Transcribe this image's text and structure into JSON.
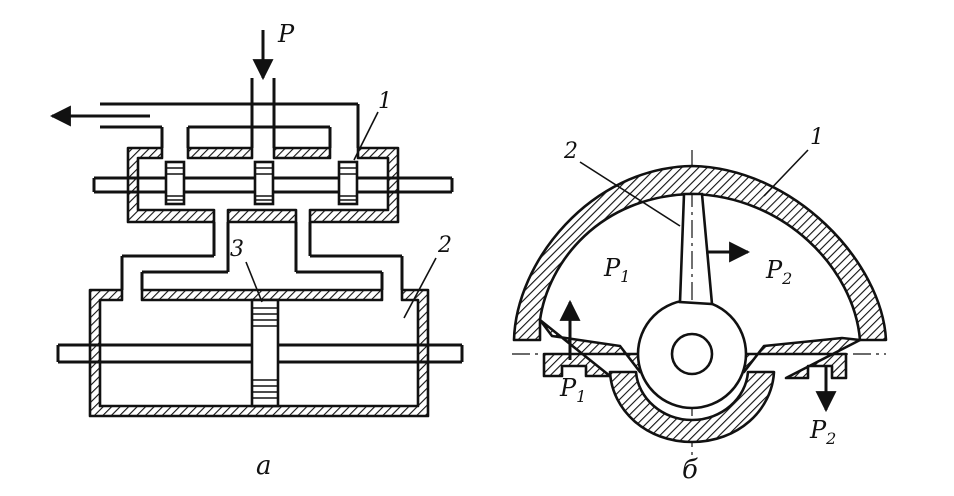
{
  "figure_a": {
    "caption": "а",
    "force_label": "P",
    "part_labels": [
      "1",
      "2",
      "3"
    ]
  },
  "figure_b": {
    "caption": "б",
    "part_labels": [
      "1",
      "2"
    ],
    "pressure_left": "P",
    "pressure_left_sub": "1",
    "pressure_right": "P",
    "pressure_right_sub": "2",
    "inlet_label": "P",
    "inlet_sub": "1",
    "outlet_label": "P",
    "outlet_sub": "2"
  },
  "colors": {
    "ink": "#111111",
    "paper": "#ffffff"
  }
}
